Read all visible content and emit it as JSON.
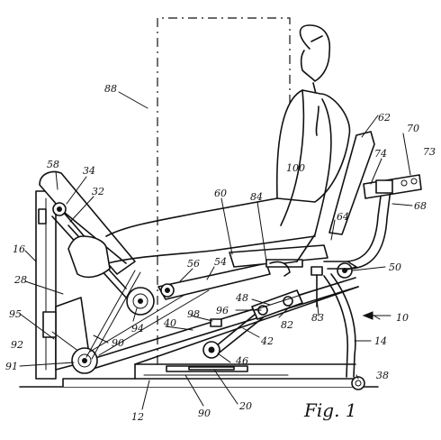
{
  "figure": {
    "caption": "Fig. 1"
  },
  "labels": {
    "l88": "88",
    "l58": "58",
    "l34": "34",
    "l32": "32",
    "l16": "16",
    "l28": "28",
    "l95": "95",
    "l92": "92",
    "l91": "91",
    "l56": "56",
    "l54": "54",
    "l60": "60",
    "l84": "84",
    "l100": "100",
    "l62": "62",
    "l70": "70",
    "l73": "73",
    "l74": "74",
    "l68": "68",
    "l64": "64",
    "l50": "50",
    "l48": "48",
    "l96": "96",
    "l98": "98",
    "l94": "94",
    "l90a": "90",
    "l40": "40",
    "l42": "42",
    "l46": "46",
    "l82": "82",
    "l83": "83",
    "l10": "10",
    "l14": "14",
    "l38": "38",
    "l20": "20",
    "l12": "12",
    "l90b": "90"
  }
}
